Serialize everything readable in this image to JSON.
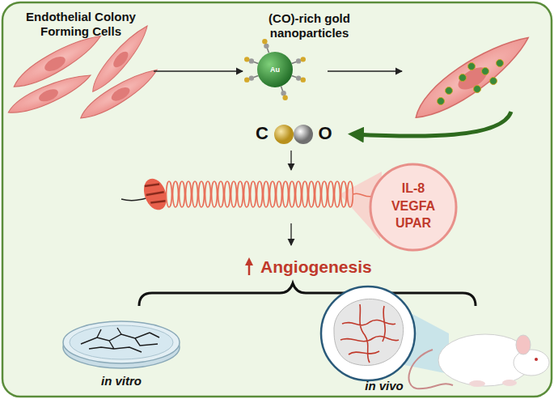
{
  "diagram": {
    "nodes": [
      {
        "text": [
          "Endothelial Colony Forming Cells"
        ]
      },
      {
        "text": [
          "(CO)-rich gold nanoparticles",
          "Au"
        ]
      },
      {
        "text": [
          "C",
          "O"
        ]
      },
      {
        "text": [
          "IL-8 VEGFA UPAR"
        ]
      },
      {
        "text": [
          "in vitro"
        ]
      },
      {
        "text": [
          "in vivo"
        ]
      }
    ],
    "edges": [
      {
        "from": 0,
        "to": 1,
        "arrow": "to"
      }
    ],
    "labels": [
      "Angiogenesis"
    ]
  }
}
